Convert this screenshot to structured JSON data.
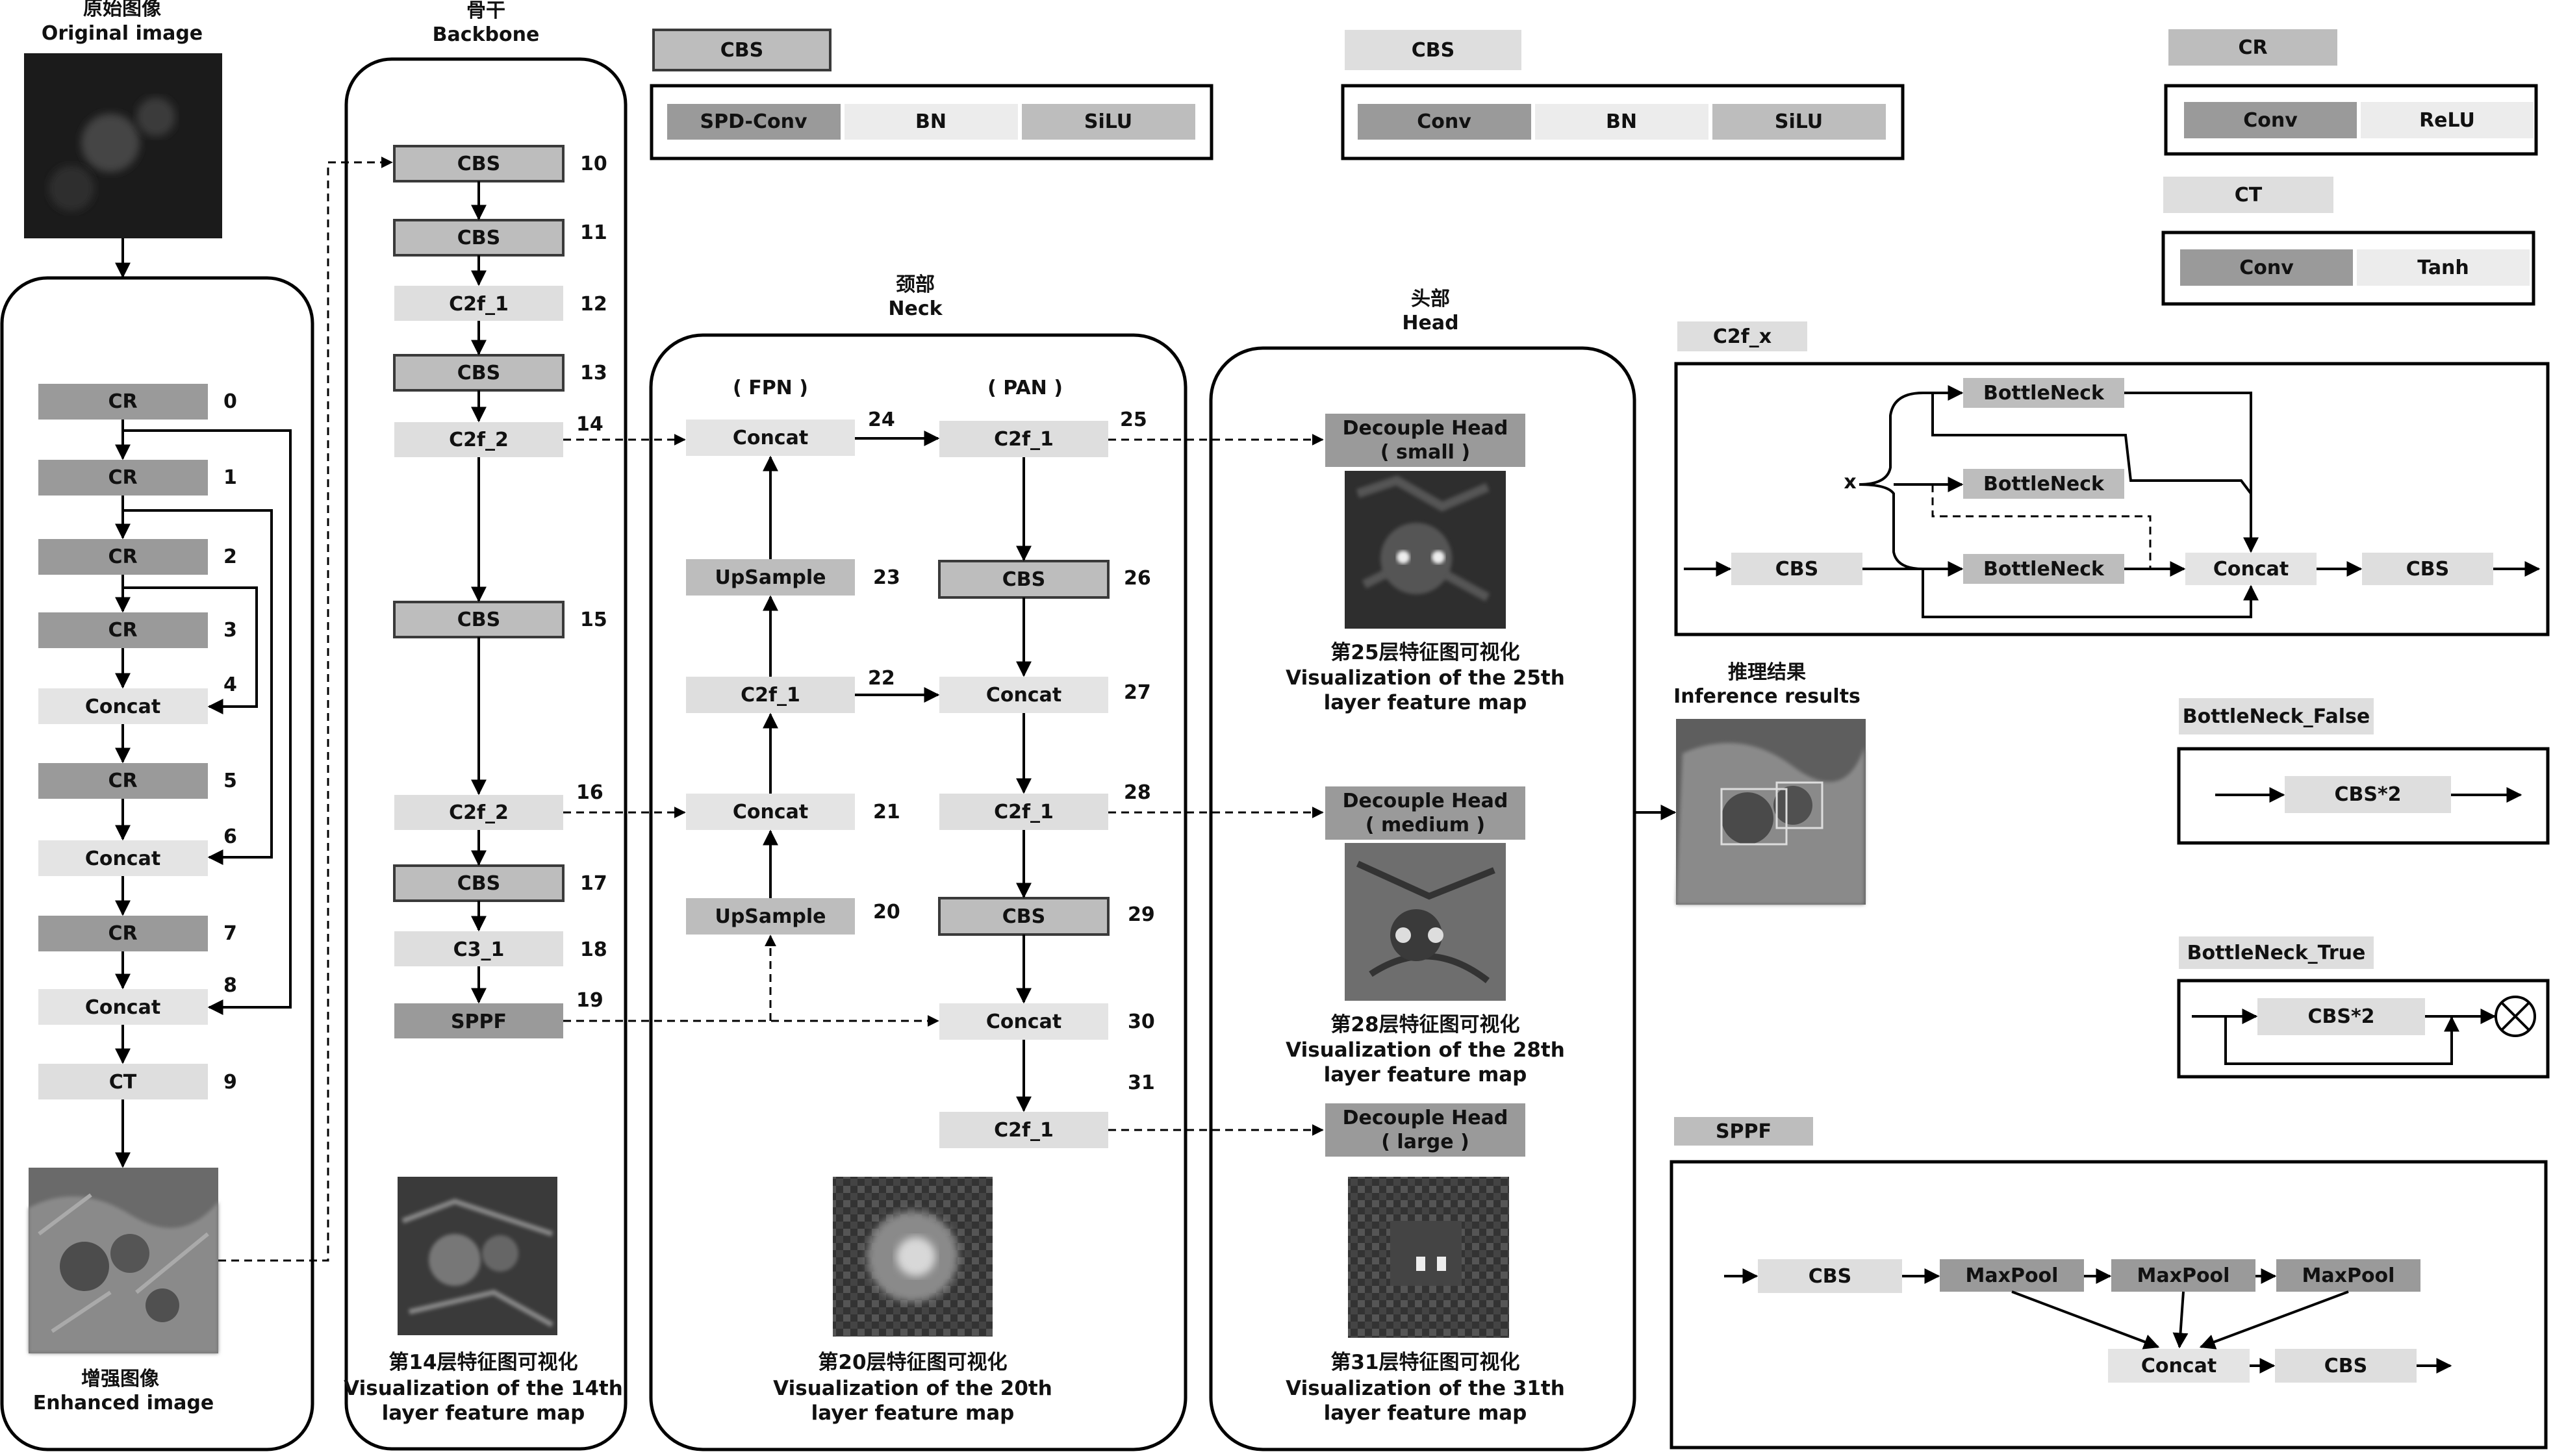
{
  "columns": {
    "original": {
      "zh": "原始图像",
      "en": "Original image"
    },
    "backbone": {
      "zh": "骨干",
      "en": "Backbone"
    },
    "neck": {
      "zh": "颈部",
      "en": "Neck"
    },
    "head": {
      "zh": "头部",
      "en": "Head"
    },
    "enhanced": {
      "zh": "增强图像",
      "en": "Enhanced image"
    },
    "inference": {
      "zh": "推理结果",
      "en": "Inference results"
    }
  },
  "enhance": {
    "blocks": [
      {
        "label": "CR",
        "num": "0"
      },
      {
        "label": "CR",
        "num": "1"
      },
      {
        "label": "CR",
        "num": "2"
      },
      {
        "label": "CR",
        "num": "3"
      },
      {
        "label": "Concat",
        "num": "4"
      },
      {
        "label": "CR",
        "num": "5"
      },
      {
        "label": "Concat",
        "num": "6"
      },
      {
        "label": "CR",
        "num": "7"
      },
      {
        "label": "Concat",
        "num": "8"
      },
      {
        "label": "CT",
        "num": "9"
      }
    ]
  },
  "backbone": {
    "blocks": [
      {
        "label": "CBS",
        "num": "10"
      },
      {
        "label": "CBS",
        "num": "11"
      },
      {
        "label": "C2f_1",
        "num": "12"
      },
      {
        "label": "CBS",
        "num": "13"
      },
      {
        "label": "C2f_2",
        "num": "14"
      },
      {
        "label": "CBS",
        "num": "15"
      },
      {
        "label": "C2f_2",
        "num": "16"
      },
      {
        "label": "CBS",
        "num": "17"
      },
      {
        "label": "C3_1",
        "num": "18"
      },
      {
        "label": "SPPF",
        "num": "19"
      }
    ],
    "caption": {
      "zh": "第14层特征图可视化",
      "en1": "Visualization of the 14th",
      "en2": "layer feature map"
    }
  },
  "neck": {
    "fpn_title": "( FPN )",
    "pan_title": "( PAN )",
    "fpn_blocks": [
      {
        "label": "Concat",
        "num": "24"
      },
      {
        "label": "UpSample",
        "num": "23"
      },
      {
        "label": "C2f_1",
        "num": "22"
      },
      {
        "label": "Concat",
        "num": "21"
      },
      {
        "label": "UpSample",
        "num": "20"
      }
    ],
    "pan_blocks": [
      {
        "label": "C2f_1",
        "num": "25"
      },
      {
        "label": "CBS",
        "num": "26"
      },
      {
        "label": "Concat",
        "num": "27"
      },
      {
        "label": "C2f_1",
        "num": "28"
      },
      {
        "label": "CBS",
        "num": "29"
      },
      {
        "label": "Concat",
        "num": "30"
      },
      {
        "label": "C2f_1",
        "num": "31"
      }
    ],
    "caption": {
      "zh": "第20层特征图可视化",
      "en1": "Visualization of the 20th",
      "en2": "layer feature map"
    }
  },
  "head": {
    "small": {
      "title": "Decouple Head",
      "size": "( small )",
      "zh": "第25层特征图可视化",
      "en1": "Visualization of the 25th",
      "en2": "layer feature map"
    },
    "medium": {
      "title": "Decouple Head",
      "size": "( medium )",
      "zh": "第28层特征图可视化",
      "en1": "Visualization of the 28th",
      "en2": "layer feature map"
    },
    "large": {
      "title": "Decouple Head",
      "size": "( large )",
      "zh": "第31层特征图可视化",
      "en1": "Visualization of the 31th",
      "en2": "layer feature map"
    }
  },
  "legend": {
    "cbs1": {
      "title": "CBS",
      "items": [
        "SPD-Conv",
        "BN",
        "SiLU"
      ]
    },
    "cbs2": {
      "title": "CBS",
      "items": [
        "Conv",
        "BN",
        "SiLU"
      ]
    },
    "cr": {
      "title": "CR",
      "items": [
        "Conv",
        "ReLU"
      ]
    },
    "ct": {
      "title": "CT",
      "items": [
        "Conv",
        "Tanh"
      ]
    },
    "c2fx": {
      "title": "C2f_x",
      "cbs_in": "CBS",
      "bottlenecks": [
        "BottleNeck",
        "BottleNeck",
        "BottleNeck"
      ],
      "x_mark": "x",
      "concat": "Concat",
      "cbs_out": "CBS"
    },
    "bn_false": {
      "title": "BottleNeck_False",
      "block": "CBS*2"
    },
    "bn_true": {
      "title": "BottleNeck_True",
      "block": "CBS*2"
    },
    "sppf": {
      "title": "SPPF",
      "cbs_in": "CBS",
      "pools": [
        "MaxPool",
        "MaxPool",
        "MaxPool"
      ],
      "concat": "Concat",
      "cbs_out": "CBS"
    }
  },
  "colors": {
    "dark": "#9a9a9a",
    "mid": "#bdbdbd",
    "light": "#dedede",
    "lighter": "#ececec",
    "border": "#3a3a3a"
  }
}
